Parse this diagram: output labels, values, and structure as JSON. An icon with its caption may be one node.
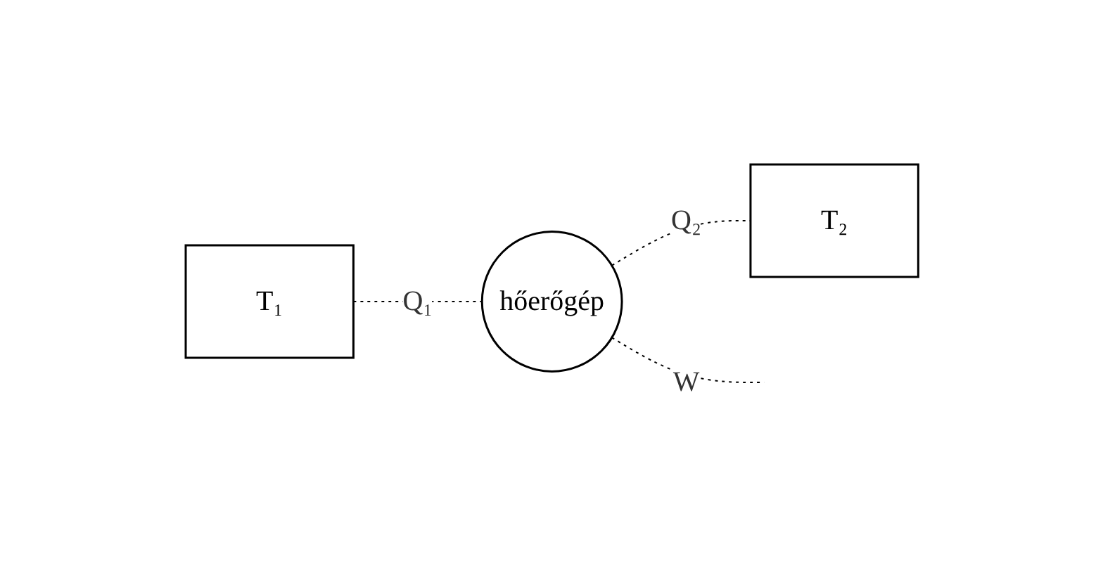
{
  "diagram": {
    "nodes": [
      {
        "text": [
          "T₁"
        ]
      },
      {
        "text": [
          "hőerőgép"
        ]
      },
      {
        "text": [
          "T₂"
        ]
      }
    ],
    "edges": [
      {
        "from": 0,
        "to": 1,
        "arrow": "none",
        "label": "Q₁",
        "style": "dashed"
      },
      {
        "from": 1,
        "to": 2,
        "arrow": "none",
        "label": "Q₂",
        "style": "dashed"
      },
      {
        "from": 1,
        "to": null,
        "arrow": "none",
        "label": "W",
        "style": "dashed"
      }
    ]
  }
}
